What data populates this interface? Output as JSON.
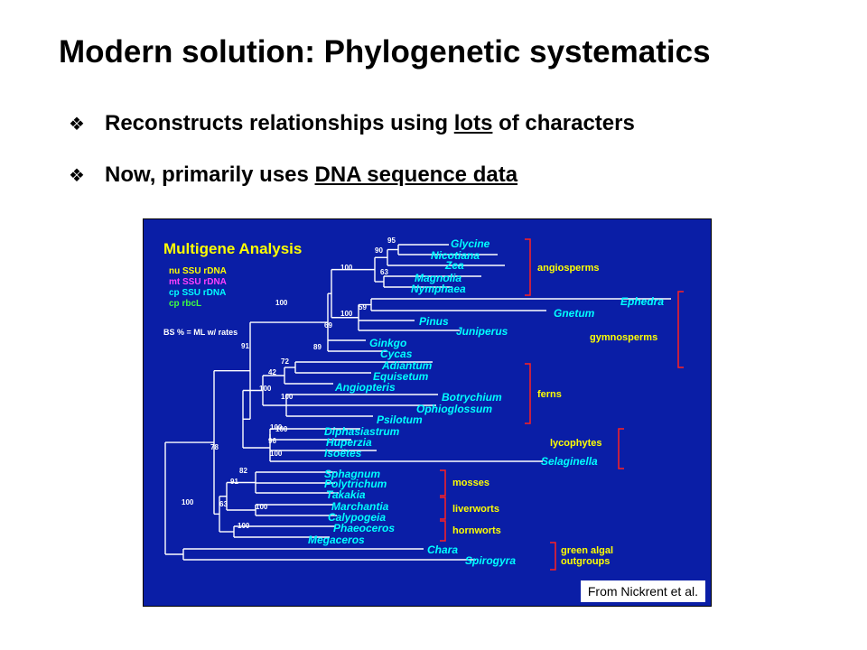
{
  "title": "Modern solution: Phylogenetic systematics",
  "bullets": [
    {
      "before": "Reconstructs relationships using ",
      "underlined": "lots",
      "after": " of characters"
    },
    {
      "before": "Now, primarily uses ",
      "underlined": "DNA sequence data",
      "after": ""
    }
  ],
  "figure": {
    "heading": "Multigene Analysis",
    "legend": [
      {
        "label": "nu SSU rDNA",
        "color": "#ffff00"
      },
      {
        "label": "mt SSU rDNA",
        "color": "#ff40ff"
      },
      {
        "label": "cp SSU rDNA",
        "color": "#00ffff"
      },
      {
        "label": "cp rbcL",
        "color": "#40ff40"
      }
    ],
    "bs_note": "BS % = ML w/ rates",
    "taxa": [
      "Glycine",
      "Nicotiana",
      "Zea",
      "Magnolia",
      "Nymphaea",
      "Ephedra",
      "Gnetum",
      "Pinus",
      "Juniperus",
      "Ginkgo",
      "Cycas",
      "Adiantum",
      "Equisetum",
      "Angiopteris",
      "Botrychium",
      "Ophioglossum",
      "Psilotum",
      "Diphasiastrum",
      "Huperzia",
      "Isoëtes",
      "Selaginella",
      "Sphagnum",
      "Polytrichum",
      "Takakia",
      "Marchantia",
      "Calypogeia",
      "Phaeoceros",
      "Megaceros",
      "Chara",
      "Spirogyra"
    ],
    "support_values": [
      "95",
      "90",
      "63",
      "100",
      "59",
      "100",
      "69",
      "89",
      "100",
      "91",
      "72",
      "42",
      "100",
      "100",
      "100",
      "100",
      "96",
      "100",
      "82",
      "91",
      "100",
      "100",
      "63",
      "78",
      "100"
    ],
    "groups": [
      {
        "lines": [
          "angiosperms"
        ]
      },
      {
        "lines": [
          "gymnosperms"
        ]
      },
      {
        "lines": [
          "ferns"
        ]
      },
      {
        "lines": [
          "lycophytes"
        ]
      },
      {
        "lines": [
          "mosses"
        ]
      },
      {
        "lines": [
          "liverworts"
        ]
      },
      {
        "lines": [
          "hornworts"
        ]
      },
      {
        "lines": [
          "green algal",
          "outgroups"
        ]
      }
    ],
    "credit": "From Nickrent et al."
  }
}
